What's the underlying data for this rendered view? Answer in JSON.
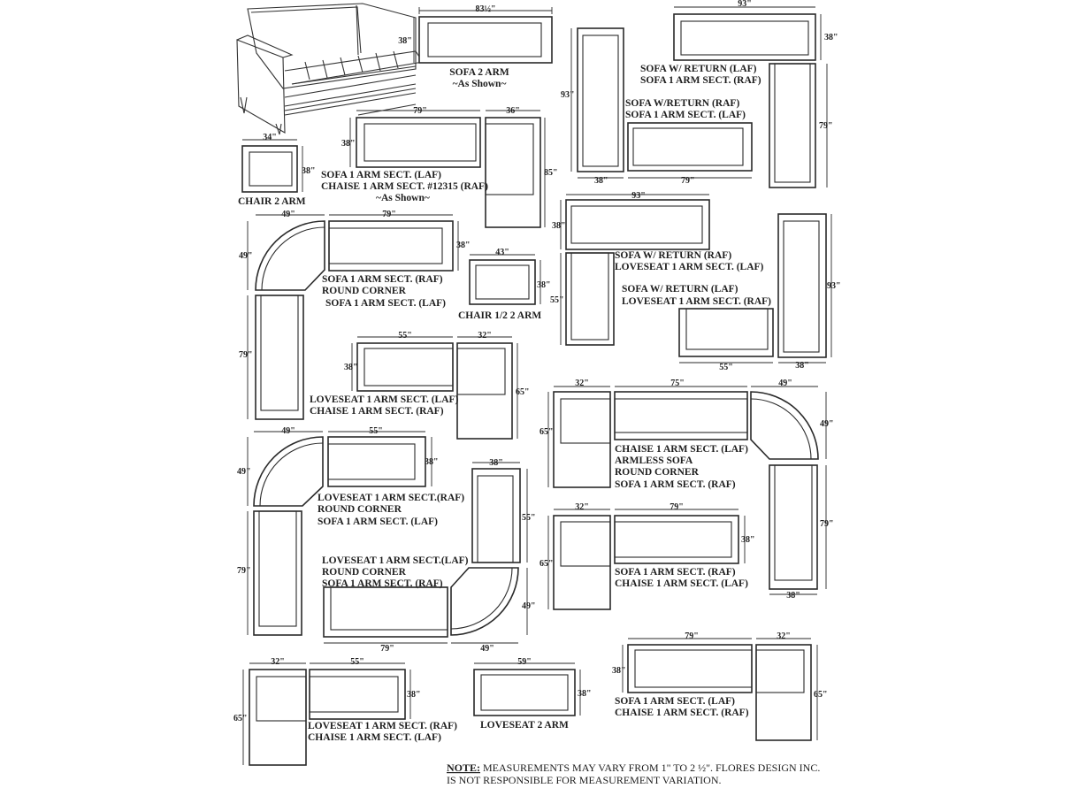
{
  "diagram": {
    "sofa_2_arm": {
      "label": "SOFA 2 ARM",
      "sub": "~As Shown~",
      "w": "83½\"",
      "d": "38\""
    },
    "sofa_return_laf": {
      "l1": "SOFA W/ RETURN (LAF)",
      "l2": "SOFA 1 ARM SECT. (RAF)",
      "w": "93\"",
      "d": "38\"",
      "h": "79\""
    },
    "sofa_return_raf": {
      "l1": "SOFA W/RETURN (RAF)",
      "l2": "SOFA 1 ARM SECT. (LAF)",
      "h": "93\"",
      "d": "38\"",
      "w": "79\""
    },
    "chair_2_arm": {
      "label": "CHAIR 2 ARM",
      "w": "34\"",
      "d": "38\""
    },
    "chaise_sect": {
      "l1": "SOFA 1 ARM SECT. (LAF)",
      "l2": "CHAISE 1 ARM SECT. #12315 (RAF)",
      "sub": "~As Shown~",
      "w1": "79\"",
      "d1": "38\"",
      "w2": "36\"",
      "h2": "85\""
    },
    "sofa_return_raf_lv": {
      "l1": "SOFA W/ RETURN (RAF)",
      "l2": "LOVESEAT  1 ARM SECT. (LAF)",
      "w": "93\"",
      "d": "38\"",
      "h": "55\""
    },
    "sofa_return_laf_lv": {
      "l1": "SOFA  W/ RETURN (LAF)",
      "l2": "LOVESEAT  1 ARM SECT. (RAF)",
      "h": "93\"",
      "w": "55\"",
      "d": "38\""
    },
    "round_corner_1": {
      "l1": "SOFA 1 ARM SECT. (RAF)",
      "l2": "ROUND CORNER",
      "l3": "SOFA 1 ARM SECT. (LAF)",
      "c": "49\"",
      "w": "79\"",
      "d": "38\""
    },
    "chair_half": {
      "label": "CHAIR 1/2  2 ARM",
      "w": "43\"",
      "d": "38\""
    },
    "loveseat_chaise_raf": {
      "l1": "LOVESEAT 1 ARM SECT. (LAF)",
      "l2": "CHAISE 1 ARM SECT. (RAF)",
      "w": "55\"",
      "d": "38\"",
      "cw": "32\"",
      "ch": "65\""
    },
    "chaise_armless": {
      "l1": "CHAISE 1 ARM SECT. (LAF)",
      "l2": "ARMLESS SOFA",
      "l3": "ROUND CORNER",
      "l4": "SOFA 1 ARM SECT. (RAF)",
      "cw": "32\"",
      "ch": "65\"",
      "w": "75\"",
      "c": "49\"",
      "h": "79\"",
      "d": "38\""
    },
    "round_corner_2": {
      "l1": "LOVESEAT 1 ARM SECT.(RAF)",
      "l2": "ROUND CORNER",
      "l3": "SOFA 1 ARM SECT. (LAF)",
      "c": "49\"",
      "w": "55\"",
      "d": "38\"",
      "h": "79\""
    },
    "round_corner_3": {
      "l1": "LOVESEAT 1 ARM SECT.(LAF)",
      "l2": "ROUND CORNER",
      "l3": "SOFA 1 ARM SECT. (RAF)",
      "d": "38\"",
      "h": "55\"",
      "c": "49\"",
      "w": "79\""
    },
    "sofa_chaise_laf": {
      "l1": "SOFA 1 ARM SECT. (RAF)",
      "l2": "CHAISE 1 ARM SECT. (LAF)",
      "cw": "32\"",
      "ch": "65\"",
      "w": "79\"",
      "d": "38\""
    },
    "loveseat_chaise_laf": {
      "l1": "LOVESEAT 1 ARM SECT. (RAF)",
      "l2": "CHAISE 1 ARM SECT. (LAF)",
      "cw": "32\"",
      "ch": "65\"",
      "w": "55\"",
      "d": "38\""
    },
    "loveseat_2_arm": {
      "label": "LOVESEAT 2 ARM",
      "w": "59\"",
      "d": "38\""
    },
    "sofa_chaise_raf": {
      "l1": "SOFA 1 ARM SECT. (LAF)",
      "l2": "CHAISE 1 ARM SECT. (RAF)",
      "w": "79\"",
      "d": "38\"",
      "cw": "32\"",
      "ch": "65\""
    }
  },
  "note": {
    "prefix": "NOTE:",
    "line1": " MEASUREMENTS MAY VARY FROM 1\" TO 2 ½\". FLORES DESIGN INC.",
    "line2": "IS NOT RESPONSIBLE FOR MEASUREMENT VARIATION."
  }
}
